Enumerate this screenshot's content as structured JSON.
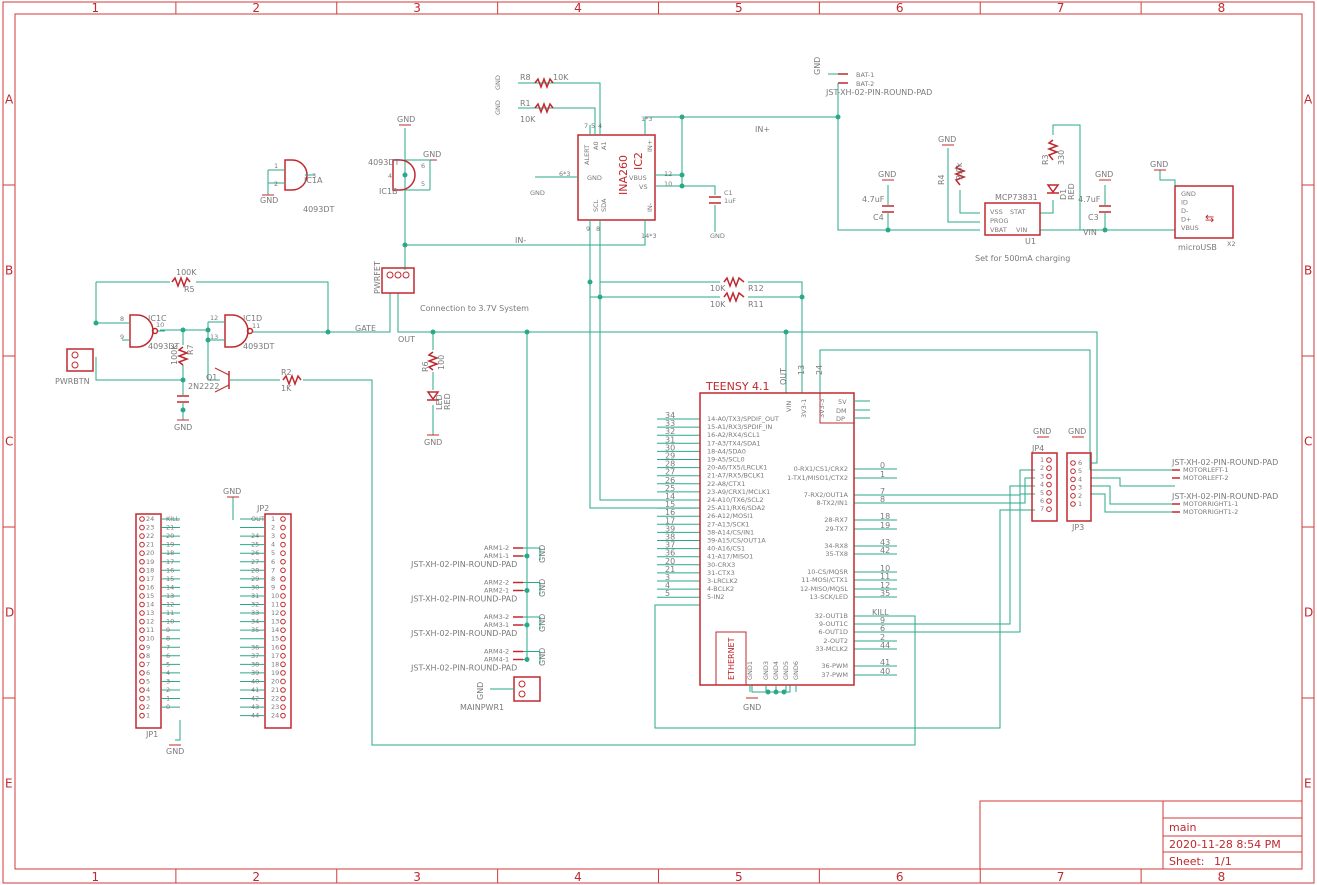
{
  "frame": {
    "columns": [
      "1",
      "2",
      "3",
      "4",
      "5",
      "6",
      "7",
      "8"
    ],
    "rows": [
      "A",
      "B",
      "C",
      "D",
      "E"
    ]
  },
  "title_block": {
    "sheet_name": "main",
    "date": "2020-11-28 8:54 PM",
    "sheet_label": "Sheet:",
    "sheet_num": "1/1"
  },
  "notes": {
    "connection": "Connection to 3.7V System",
    "charging": "Set for 500mA charging"
  },
  "nets": {
    "gnd": "GND",
    "in_plus": "IN+",
    "in_minus": "IN-",
    "gate": "GATE",
    "out": "OUT",
    "vin": "VIN"
  },
  "components": {
    "ic1a": {
      "name": "IC1A",
      "value": "4093DT"
    },
    "ic1b": {
      "name": "IC1B",
      "value": "4093DT"
    },
    "ic1c": {
      "name": "IC1C",
      "value": "4093DT"
    },
    "ic1d": {
      "name": "IC1D",
      "value": "4093DT"
    },
    "ic2": {
      "name": "IC2",
      "value": "INA260"
    },
    "r1": {
      "name": "R1",
      "value": "10K"
    },
    "r8": {
      "name": "R8",
      "value": "10K"
    },
    "r5": {
      "name": "R5",
      "value": "100K"
    },
    "r7": {
      "name": "R7",
      "value": "100K"
    },
    "r2": {
      "name": "R2",
      "value": "1K"
    },
    "r6": {
      "name": "R6",
      "value": "100"
    },
    "r11": {
      "name": "R11",
      "value": "10K"
    },
    "r12": {
      "name": "R12",
      "value": "10K"
    },
    "r3": {
      "name": "R3",
      "value": "330"
    },
    "r4": {
      "name": "R4",
      "value": "2.0k"
    },
    "c1": {
      "name": "C1",
      "value": "1uF"
    },
    "c3": {
      "name": "C3",
      "value": "4.7uF"
    },
    "c4": {
      "name": "C4",
      "value": "4.7uF"
    },
    "q1": {
      "name": "Q1",
      "value": "2N2222"
    },
    "led1": {
      "name": "LED",
      "value": "RED"
    },
    "d1": {
      "name": "D1",
      "value": "RED"
    },
    "u1": {
      "name": "U1",
      "value": "MCP73831"
    },
    "x2": {
      "name": "X2",
      "value": "microUSB"
    },
    "pwrfet": {
      "name": "PWRFET"
    },
    "pwrbtn": {
      "name": "PWRBTN"
    },
    "mainpwr1": {
      "name": "MAINPWR1"
    },
    "teensy": {
      "name": "TEENSY 4.1"
    },
    "jp1": {
      "name": "JP1"
    },
    "jp2": {
      "name": "JP2"
    },
    "jp3": {
      "name": "JP3"
    },
    "jp4": {
      "name": "JP4"
    }
  },
  "ic2_pins": {
    "alert": "ALERT",
    "a0": "A0",
    "a1": "A1",
    "gnd": "GND",
    "vbus": "VBUS",
    "vs": "VS",
    "scl": "SCL",
    "sda": "SDA",
    "in_plus": "IN+",
    "in_minus": "IN-"
  },
  "u1_pins": {
    "vss": "VSS",
    "stat": "STAT",
    "prog": "PROG",
    "vbat": "VBAT",
    "vin": "VIN"
  },
  "usb_pins": [
    "GND",
    "ID",
    "D-",
    "D+",
    "VBUS"
  ],
  "bat": {
    "pin1": "BAT-1",
    "pin2": "BAT-2",
    "part": "JST-XH-02-PIN-ROUND-PAD"
  },
  "arms": [
    {
      "p2": "ARM1-2",
      "p1": "ARM1-1",
      "part": "JST-XH-02-PIN-ROUND-PAD"
    },
    {
      "p2": "ARM2-2",
      "p1": "ARM2-1",
      "part": "JST-XH-02-PIN-ROUND-PAD"
    },
    {
      "p2": "ARM3-2",
      "p1": "ARM3-1",
      "part": "JST-XH-02-PIN-ROUND-PAD"
    },
    {
      "p2": "ARM4-2",
      "p1": "ARM4-1",
      "part": "JST-XH-02-PIN-ROUND-PAD"
    }
  ],
  "motors": [
    {
      "part": "JST-XH-02-PIN-ROUND-PAD",
      "p1": "MOTORLEFT-1",
      "p2": "MOTORLEFT-2"
    },
    {
      "part": "JST-XH-02-PIN-ROUND-PAD",
      "p1": "MOTORRIGHT1-1",
      "p2": "MOTORRIGHT1-2"
    }
  ],
  "teensy_left": [
    {
      "num": "34",
      "name": "14-A0/TX3/SPDIF_OUT"
    },
    {
      "num": "33",
      "name": "15-A1/RX3/SPDIF_IN"
    },
    {
      "num": "32",
      "name": "16-A2/RX4/SCL1"
    },
    {
      "num": "31",
      "name": "17-A3/TX4/SDA1"
    },
    {
      "num": "30",
      "name": "18-A4/SDA0"
    },
    {
      "num": "29",
      "name": "19-A5/SCL0"
    },
    {
      "num": "28",
      "name": "20-A6/TX5/LRCLK1"
    },
    {
      "num": "27",
      "name": "21-A7/RX5/BCLK1"
    },
    {
      "num": "26",
      "name": "22-A8/CTX1"
    },
    {
      "num": "25",
      "name": "23-A9/CRX1/MCLK1"
    },
    {
      "num": "14",
      "name": "24-A10/TX6/SCL2"
    },
    {
      "num": "15",
      "name": "25-A11/RX6/SDA2"
    },
    {
      "num": "16",
      "name": "26-A12/MOSI1"
    },
    {
      "num": "17",
      "name": "27-A13/SCK1"
    },
    {
      "num": "39",
      "name": "38-A14/CS/IN1"
    },
    {
      "num": "38",
      "name": "39-A15/CS/OUT1A"
    },
    {
      "num": "37",
      "name": "40-A16/CS1"
    },
    {
      "num": "36",
      "name": "41-A17/MISO1"
    },
    {
      "num": "20",
      "name": "30-CRX3"
    },
    {
      "num": "21",
      "name": "31-CTX3"
    },
    {
      "num": "3",
      "name": "3-LRCLK2"
    },
    {
      "num": "4",
      "name": "4-BCLK2"
    },
    {
      "num": "5",
      "name": "5-IN2"
    }
  ],
  "teensy_right": [
    {
      "num": "0",
      "name": "0-RX1/CS1/CRX2"
    },
    {
      "num": "1",
      "name": "1-TX1/MISO1/CTX2"
    },
    {
      "num": "7",
      "name": "7-RX2/OUT1A"
    },
    {
      "num": "8",
      "name": "8-TX2/IN1"
    },
    {
      "num": "18",
      "name": "28-RX7"
    },
    {
      "num": "19",
      "name": "29-TX7"
    },
    {
      "num": "43",
      "name": "34-RX8"
    },
    {
      "num": "42",
      "name": "35-TX8"
    },
    {
      "num": "10",
      "name": "10-CS/MQSR"
    },
    {
      "num": "11",
      "name": "11-MOSI/CTX1"
    },
    {
      "num": "12",
      "name": "12-MISO/MQSL"
    },
    {
      "num": "35",
      "name": "13-SCK/LED"
    },
    {
      "num": "KILL",
      "name": "32-OUT1B"
    },
    {
      "num": "9",
      "name": "9-OUT1C"
    },
    {
      "num": "6",
      "name": "6-OUT1D"
    },
    {
      "num": "2",
      "name": "2-OUT2"
    },
    {
      "num": "44",
      "name": "33-MCLK2"
    },
    {
      "num": "41",
      "name": "36-PWM"
    },
    {
      "num": "40",
      "name": "37-PWM"
    }
  ],
  "teensy_top": {
    "vin": "VIN",
    "v33_1": "3V3-1",
    "v33_3": "3V3-3",
    "out": "OUT",
    "p13": "13",
    "p24": "24",
    "v5": "5V",
    "dm": "DM",
    "dp": "DP"
  },
  "teensy_bottom": {
    "ethernet": "ETHERNET",
    "gnds": [
      "GND1",
      "GND3",
      "GND4",
      "GND5",
      "GND6"
    ]
  },
  "jp1_rows": [
    {
      "l": "24",
      "r": "KILL"
    },
    {
      "l": "23",
      "r": "21"
    },
    {
      "l": "22",
      "r": "20"
    },
    {
      "l": "21",
      "r": "19"
    },
    {
      "l": "20",
      "r": "18"
    },
    {
      "l": "19",
      "r": "17"
    },
    {
      "l": "18",
      "r": "16"
    },
    {
      "l": "17",
      "r": "15"
    },
    {
      "l": "16",
      "r": "14"
    },
    {
      "l": "15",
      "r": "13"
    },
    {
      "l": "14",
      "r": "12"
    },
    {
      "l": "13",
      "r": "11"
    },
    {
      "l": "12",
      "r": "10"
    },
    {
      "l": "11",
      "r": "9"
    },
    {
      "l": "10",
      "r": "8"
    },
    {
      "l": "9",
      "r": "7"
    },
    {
      "l": "8",
      "r": "6"
    },
    {
      "l": "7",
      "r": "5"
    },
    {
      "l": "6",
      "r": "4"
    },
    {
      "l": "5",
      "r": "3"
    },
    {
      "l": "4",
      "r": "2"
    },
    {
      "l": "3",
      "r": "1"
    },
    {
      "l": "2",
      "r": "0"
    },
    {
      "l": "1",
      "r": ""
    }
  ],
  "jp2_rows": [
    {
      "l": "OUT",
      "r": "1"
    },
    {
      "l": "",
      "r": "2"
    },
    {
      "l": "24",
      "r": "3"
    },
    {
      "l": "25",
      "r": "4"
    },
    {
      "l": "26",
      "r": "5"
    },
    {
      "l": "27",
      "r": "6"
    },
    {
      "l": "28",
      "r": "7"
    },
    {
      "l": "29",
      "r": "8"
    },
    {
      "l": "30",
      "r": "9"
    },
    {
      "l": "31",
      "r": "10"
    },
    {
      "l": "32",
      "r": "11"
    },
    {
      "l": "33",
      "r": "12"
    },
    {
      "l": "34",
      "r": "13"
    },
    {
      "l": "35",
      "r": "14"
    },
    {
      "l": "",
      "r": "15"
    },
    {
      "l": "36",
      "r": "16"
    },
    {
      "l": "37",
      "r": "17"
    },
    {
      "l": "38",
      "r": "18"
    },
    {
      "l": "39",
      "r": "19"
    },
    {
      "l": "40",
      "r": "20"
    },
    {
      "l": "41",
      "r": "21"
    },
    {
      "l": "42",
      "r": "22"
    },
    {
      "l": "43",
      "r": "23"
    },
    {
      "l": "44",
      "r": "24"
    }
  ],
  "jp3_pins": [
    "6",
    "5",
    "4",
    "3",
    "2",
    "1"
  ],
  "jp4_pins": [
    "1",
    "2",
    "3",
    "4",
    "5",
    "6",
    "7"
  ]
}
